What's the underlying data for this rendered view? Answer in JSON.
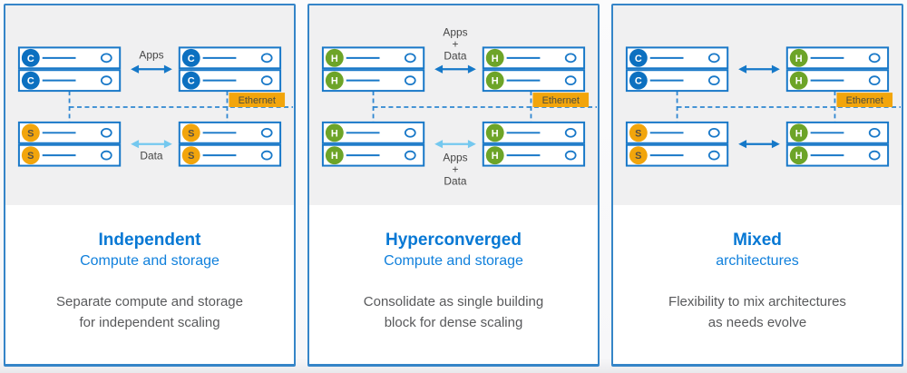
{
  "colors": {
    "panel_border": "#3585c8",
    "diagram_bg": "#f0f0f1",
    "server_border": "#1878c8",
    "badge_fill": {
      "C": "#0c70c0",
      "S": "#f2a50c",
      "H": "#6da428"
    },
    "badge_text": {
      "C": "#ffffff",
      "S": "#555046",
      "H": "#ffffff"
    },
    "arrow_dark": "#1578c8",
    "arrow_light": "#74c8ef",
    "dashed_line": "#2e86d1",
    "ethernet_bg": "#f2a50c",
    "ethernet_text": "#4d4d3d",
    "label_text": "#454545",
    "title_text": "#0778d4",
    "subtitle_text": "#1080dc",
    "description_text": "#58595b"
  },
  "panels": [
    {
      "title": "Independent",
      "subtitle": "Compute and storage",
      "description_line1": "Separate compute and storage",
      "description_line2": "for independent scaling",
      "diagram": {
        "top_arrow_label": "Apps",
        "bottom_arrow_label": "Data",
        "ethernet_label": "Ethernet",
        "stacks": {
          "top_left": [
            "C",
            "C"
          ],
          "top_right": [
            "C",
            "C"
          ],
          "bottom_left": [
            "S",
            "S"
          ],
          "bottom_right": [
            "S",
            "S"
          ]
        }
      }
    },
    {
      "title": "Hyperconverged",
      "subtitle": "Compute and storage",
      "description_line1": "Consolidate as single building",
      "description_line2": "block for dense scaling",
      "diagram": {
        "top_arrow_label_lines": [
          "Apps",
          "+",
          "Data"
        ],
        "bottom_arrow_label_lines": [
          "Apps",
          "+",
          "Data"
        ],
        "ethernet_label": "Ethernet",
        "stacks": {
          "top_left": [
            "H",
            "H"
          ],
          "top_right": [
            "H",
            "H"
          ],
          "bottom_left": [
            "H",
            "H"
          ],
          "bottom_right": [
            "H",
            "H"
          ]
        }
      }
    },
    {
      "title": "Mixed",
      "subtitle": "architectures",
      "description_line1": "Flexibility to mix architectures",
      "description_line2": "as needs evolve",
      "diagram": {
        "ethernet_label": "Ethernet",
        "stacks": {
          "top_left": [
            "C",
            "C"
          ],
          "top_right": [
            "H",
            "H"
          ],
          "bottom_left": [
            "S",
            "S"
          ],
          "bottom_right": [
            "H",
            "H"
          ]
        }
      }
    }
  ]
}
